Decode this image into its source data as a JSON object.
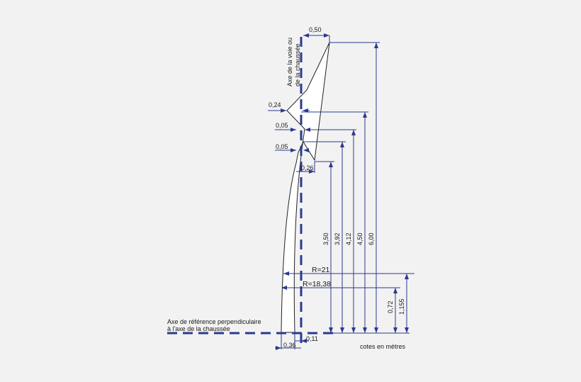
{
  "labels": {
    "axis_vertical_line1": "Axe de la voie ou",
    "axis_vertical_line2": "de la chaussée",
    "axis_reference_line1": "Axe de référence perpendiculaire",
    "axis_reference_line2": "à l'axe de la chaussée",
    "units_note": "cotes en mètres"
  },
  "dimensions": {
    "top_width": "0,50",
    "offset_024": "0,24",
    "offset_005_a": "0,05",
    "offset_005_b": "0,05",
    "width_026": "0,26",
    "bottom_036": "0,36",
    "bottom_011": "0,11",
    "h_350": "3,50",
    "h_392": "3,92",
    "h_412": "4,12",
    "h_450": "4,50",
    "h_600": "6,00",
    "h_072": "0,72",
    "h_1155": "1,155",
    "radius_21": "R=21",
    "radius_1838": "R=18,38"
  },
  "colors": {
    "dimension_lines": "#2b3a8f",
    "profile_outline": "#222222",
    "background": "#f2f2f2"
  }
}
